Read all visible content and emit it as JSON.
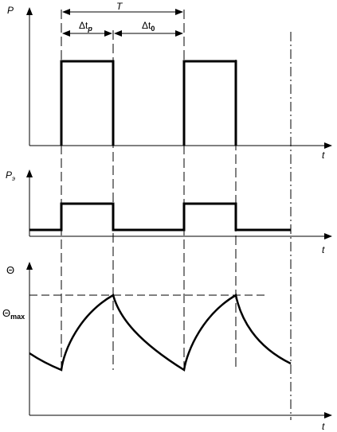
{
  "labels": {
    "power_axis": "P",
    "period": "T",
    "pulse_delta": "Δt",
    "pulse_sub": "р",
    "pause_delta": "Δt",
    "pause_sub": "0",
    "time_axis_1": "t",
    "equiv_power_base": "P",
    "equiv_power_sub": "э",
    "time_axis_2": "t",
    "temp_axis": "Θ",
    "temp_max_base": "Θ",
    "temp_max_sub": "max",
    "time_axis_3": "t"
  },
  "colors": {
    "line": "#000000",
    "background": "#ffffff"
  }
}
